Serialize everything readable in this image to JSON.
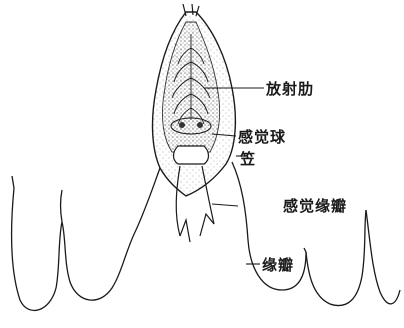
{
  "diagram": {
    "labels": {
      "radial_canal": "放射肋",
      "sensory_ball": "感觉球",
      "lid": "笠",
      "sensory_margin": "感觉缘瓣",
      "margin": "缘瓣"
    },
    "colors": {
      "ink": "#1a1a1a",
      "stipple": "#555555",
      "background": "#ffffff"
    }
  }
}
